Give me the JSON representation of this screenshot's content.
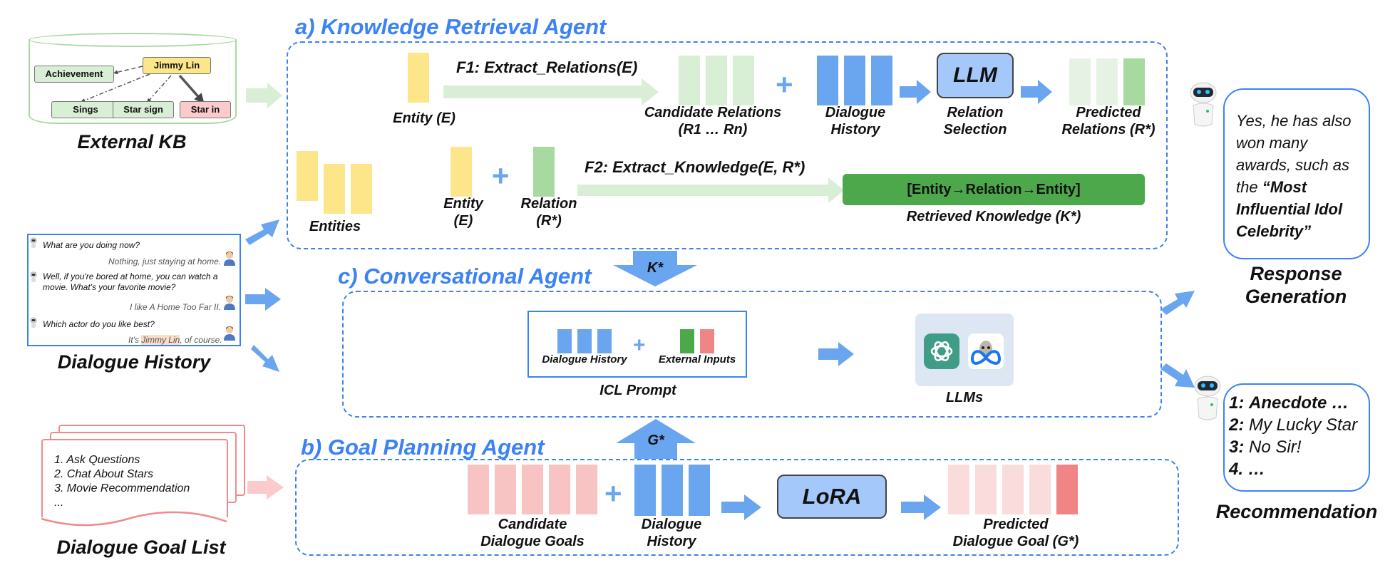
{
  "external_kb": {
    "label": "External KB",
    "nodes": {
      "center": "Jimmy Lin",
      "achievement": "Achievement",
      "sings": "Sings",
      "star_sign": "Star sign",
      "star_in": "Star in"
    }
  },
  "dialogue_history_panel": {
    "label": "Dialogue History",
    "lines": [
      "What are you doing now?",
      "Nothing, just staying at home.",
      "Well, if you're bored at home, you can watch a",
      "movie. What's your favorite movie?",
      "I like A Home Too Far II.",
      "Which actor do you like best?"
    ],
    "last_prefix": "It's ",
    "last_highlight": "Jimmy Lin",
    "last_suffix": ", of course."
  },
  "goal_list": {
    "label": "Dialogue Goal List",
    "items": [
      "1. Ask Questions",
      "2. Chat About Stars",
      "3. Movie Recommendation",
      "..."
    ]
  },
  "section_a": {
    "title": "a) Knowledge Retrieval Agent",
    "f1": "F1: Extract_Relations(E)",
    "f2": "F2: Extract_Knowledge(E, R*)",
    "entity_e": "Entity (E)",
    "candidate_relations": [
      "Candidate Relations",
      "(R1 … Rn)"
    ],
    "dialogue_history": [
      "Dialogue",
      "History"
    ],
    "llm": "LLM",
    "relation_selection": [
      "Relation",
      "Selection"
    ],
    "predicted_relations": [
      "Predicted",
      "Relations (R*)"
    ],
    "entities": "Entities",
    "entity2": [
      "Entity",
      "(E)"
    ],
    "relation": [
      "Relation",
      "(R*)"
    ],
    "triple": "[Entity→Relation→Entity]",
    "retrieved_knowledge": "Retrieved Knowledge (K*)"
  },
  "section_c": {
    "title": "c) Conversational Agent",
    "k_star": "K*",
    "g_star": "G*",
    "prompt_dialogue": "Dialogue History",
    "prompt_external": "External Inputs",
    "icl_prompt": "ICL Prompt",
    "llms": "LLMs"
  },
  "section_b": {
    "title": "b) Goal Planning Agent",
    "candidate_goals": [
      "Candidate",
      "Dialogue Goals"
    ],
    "dialogue_history": [
      "Dialogue",
      "History"
    ],
    "lora": "LoRA",
    "predicted_goal": [
      "Predicted",
      "Dialogue Goal (G*)"
    ]
  },
  "response": {
    "text_plain": [
      "Yes, he has also",
      "won many",
      "awards, such as",
      "the "
    ],
    "text_bold": [
      "“Most",
      "Influential Idol",
      "Celebrity”"
    ],
    "label": [
      "Response",
      "Generation"
    ]
  },
  "recommendation": {
    "items": [
      {
        "num": "1:",
        "text": "Anecdote …",
        "bold": true
      },
      {
        "num": "2:",
        "text": "My Lucky Star",
        "bold": false
      },
      {
        "num": "3:",
        "text": "No Sir!",
        "bold": false
      },
      {
        "num": "4.",
        "text": "…",
        "bold": true
      }
    ],
    "label": "Recommendation"
  },
  "colors": {
    "accent_blue": "#3b82f6",
    "block_blue": "#6aa5f0",
    "green_dark": "#4ca84a",
    "yellow": "#fde68a",
    "pink": "#f8c3c3",
    "red": "#ef8585"
  },
  "icons": [
    "robot-icon",
    "person-icon",
    "chatgpt-icon",
    "meta-llama-icon"
  ]
}
